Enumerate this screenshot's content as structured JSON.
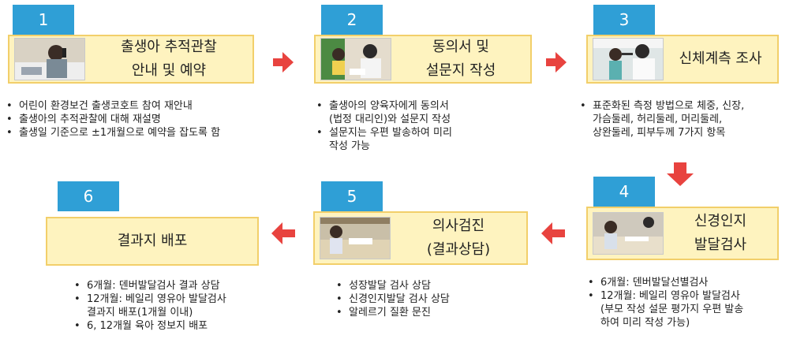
{
  "steps": [
    {
      "number": "1",
      "title_lines": [
        "출생아 추적관찰",
        "안내 및 예약"
      ],
      "photo_icon": "mother-on-phone-photo",
      "bullets": [
        [
          "어린이 환경보건 출생코호트 참여 재안내"
        ],
        [
          "출생아의 추적관찰에 대해 재설명"
        ],
        [
          "출생일 기준으로 ±1개월으로 예약을 잡도록 함"
        ]
      ]
    },
    {
      "number": "2",
      "title_lines": [
        "동의서 및",
        "설문지 작성"
      ],
      "photo_icon": "parent-writing-form-photo",
      "bullets": [
        [
          "출생아의  양육자에게  동의서",
          "(법정 대리인)와  설문지 작성"
        ],
        [
          "설문지는  우편  발송하여  미리",
          "작성 가능"
        ]
      ]
    },
    {
      "number": "3",
      "title_lines": [
        "신체계측 조사"
      ],
      "photo_icon": "child-measurement-photo",
      "bullets": [
        [
          "표준화된 측정 방법으로 체중, 신장,",
          "가슴둘레, 허리둘레, 머리둘레,",
          "상완둘레, 피부두께 7가지 항목"
        ]
      ]
    },
    {
      "number": "4",
      "title_lines": [
        "신경인지",
        "발달검사"
      ],
      "photo_icon": "child-development-test-photo",
      "bullets": [
        [
          "6개월: 덴버발달선별검사"
        ],
        [
          "12개월: 베일리 영유아 발달검사",
          "(부모 작성 설문 평가지 우편 발송",
          "하여 미리 작성 가능)"
        ]
      ]
    },
    {
      "number": "5",
      "title_lines": [
        "의사검진",
        "(결과상담)"
      ],
      "photo_icon": "doctor-consultation-photo",
      "bullets": [
        [
          "성장발달 검사 상담"
        ],
        [
          "신경인지발달  검사 상담"
        ],
        [
          "알레르기 질환 문진"
        ]
      ]
    },
    {
      "number": "6",
      "title_lines": [
        "결과지 배포"
      ],
      "photo_icon": "",
      "bullets": [
        [
          "6개월: 덴버발달검사 결과 상담"
        ],
        [
          "12개월: 베일리 영유아 발달검사",
          "결과지 배포(1개월 이내)"
        ],
        [
          "6, 12개월 육아 정보지 배포"
        ]
      ]
    }
  ],
  "colors": {
    "tab": "#2f9fd6",
    "box_fill": "#fef3bf",
    "box_border": "#f2cf6a",
    "arrow": "#e8433f"
  },
  "arrows": [
    {
      "direction": "right",
      "from": "1",
      "to": "2"
    },
    {
      "direction": "right",
      "from": "2",
      "to": "3"
    },
    {
      "direction": "down",
      "from": "3",
      "to": "4"
    },
    {
      "direction": "left",
      "from": "4",
      "to": "5"
    },
    {
      "direction": "left",
      "from": "5",
      "to": "6"
    }
  ]
}
